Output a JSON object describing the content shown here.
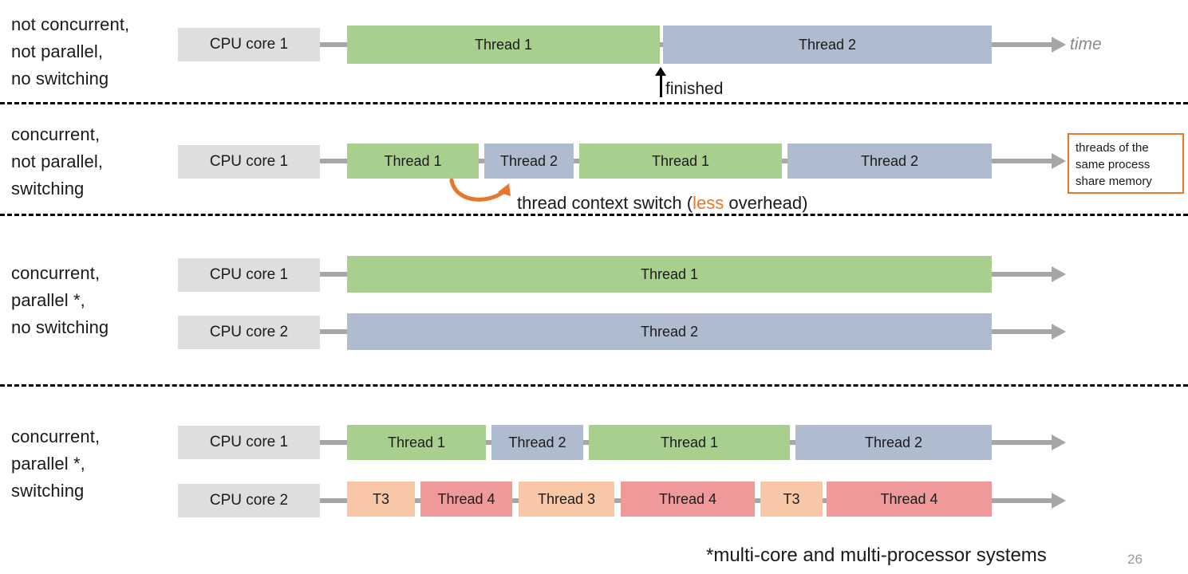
{
  "slide": {
    "footnote": "*multi-core and multi-processor systems",
    "page_number": "26",
    "time_axis_label": "time"
  },
  "colors": {
    "green": "#a9cf8f",
    "blue_gray": "#afbbcf",
    "salmon": "#f0999a",
    "peach": "#f7c7a8",
    "core_box": "#dedede",
    "axis_gray": "#a6a6a6",
    "accent_orange": "#e8762c"
  },
  "note": {
    "text": "threads of the\nsame process\nshare memory"
  },
  "annotations": {
    "finished": "finished",
    "context_switch_prefix": "thread context switch (",
    "context_switch_highlight": "less",
    "context_switch_suffix": " overhead)"
  },
  "rows": [
    {
      "id": "row-not-concurrent",
      "label": "not concurrent,\nnot parallel,\nno switching",
      "cores": [
        {
          "name": "CPU core 1",
          "blocks": [
            {
              "label": "Thread 1",
              "color": "green"
            },
            {
              "label": "Thread 2",
              "color": "blue_gray"
            }
          ]
        }
      ]
    },
    {
      "id": "row-concurrent-switching",
      "label": "concurrent,\nnot parallel,\nswitching",
      "cores": [
        {
          "name": "CPU core 1",
          "blocks": [
            {
              "label": "Thread 1",
              "color": "green"
            },
            {
              "label": "Thread 2",
              "color": "blue_gray"
            },
            {
              "label": "Thread 1",
              "color": "green"
            },
            {
              "label": "Thread 2",
              "color": "blue_gray"
            }
          ]
        }
      ]
    },
    {
      "id": "row-parallel-no-switching",
      "label": "concurrent,\nparallel *,\nno switching",
      "cores": [
        {
          "name": "CPU core 1",
          "blocks": [
            {
              "label": "Thread 1",
              "color": "green"
            }
          ]
        },
        {
          "name": "CPU core 2",
          "blocks": [
            {
              "label": "Thread 2",
              "color": "blue_gray"
            }
          ]
        }
      ]
    },
    {
      "id": "row-parallel-switching",
      "label": "concurrent,\nparallel *,\nswitching",
      "cores": [
        {
          "name": "CPU core 1",
          "blocks": [
            {
              "label": "Thread 1",
              "color": "green"
            },
            {
              "label": "Thread 2",
              "color": "blue_gray"
            },
            {
              "label": "Thread 1",
              "color": "green"
            },
            {
              "label": "Thread 2",
              "color": "blue_gray"
            }
          ]
        },
        {
          "name": "CPU core 2",
          "blocks": [
            {
              "label": "T3",
              "color": "peach"
            },
            {
              "label": "Thread 4",
              "color": "salmon"
            },
            {
              "label": "Thread 3",
              "color": "peach"
            },
            {
              "label": "Thread 4",
              "color": "salmon"
            },
            {
              "label": "T3",
              "color": "peach"
            },
            {
              "label": "Thread 4",
              "color": "salmon"
            }
          ]
        }
      ]
    }
  ]
}
